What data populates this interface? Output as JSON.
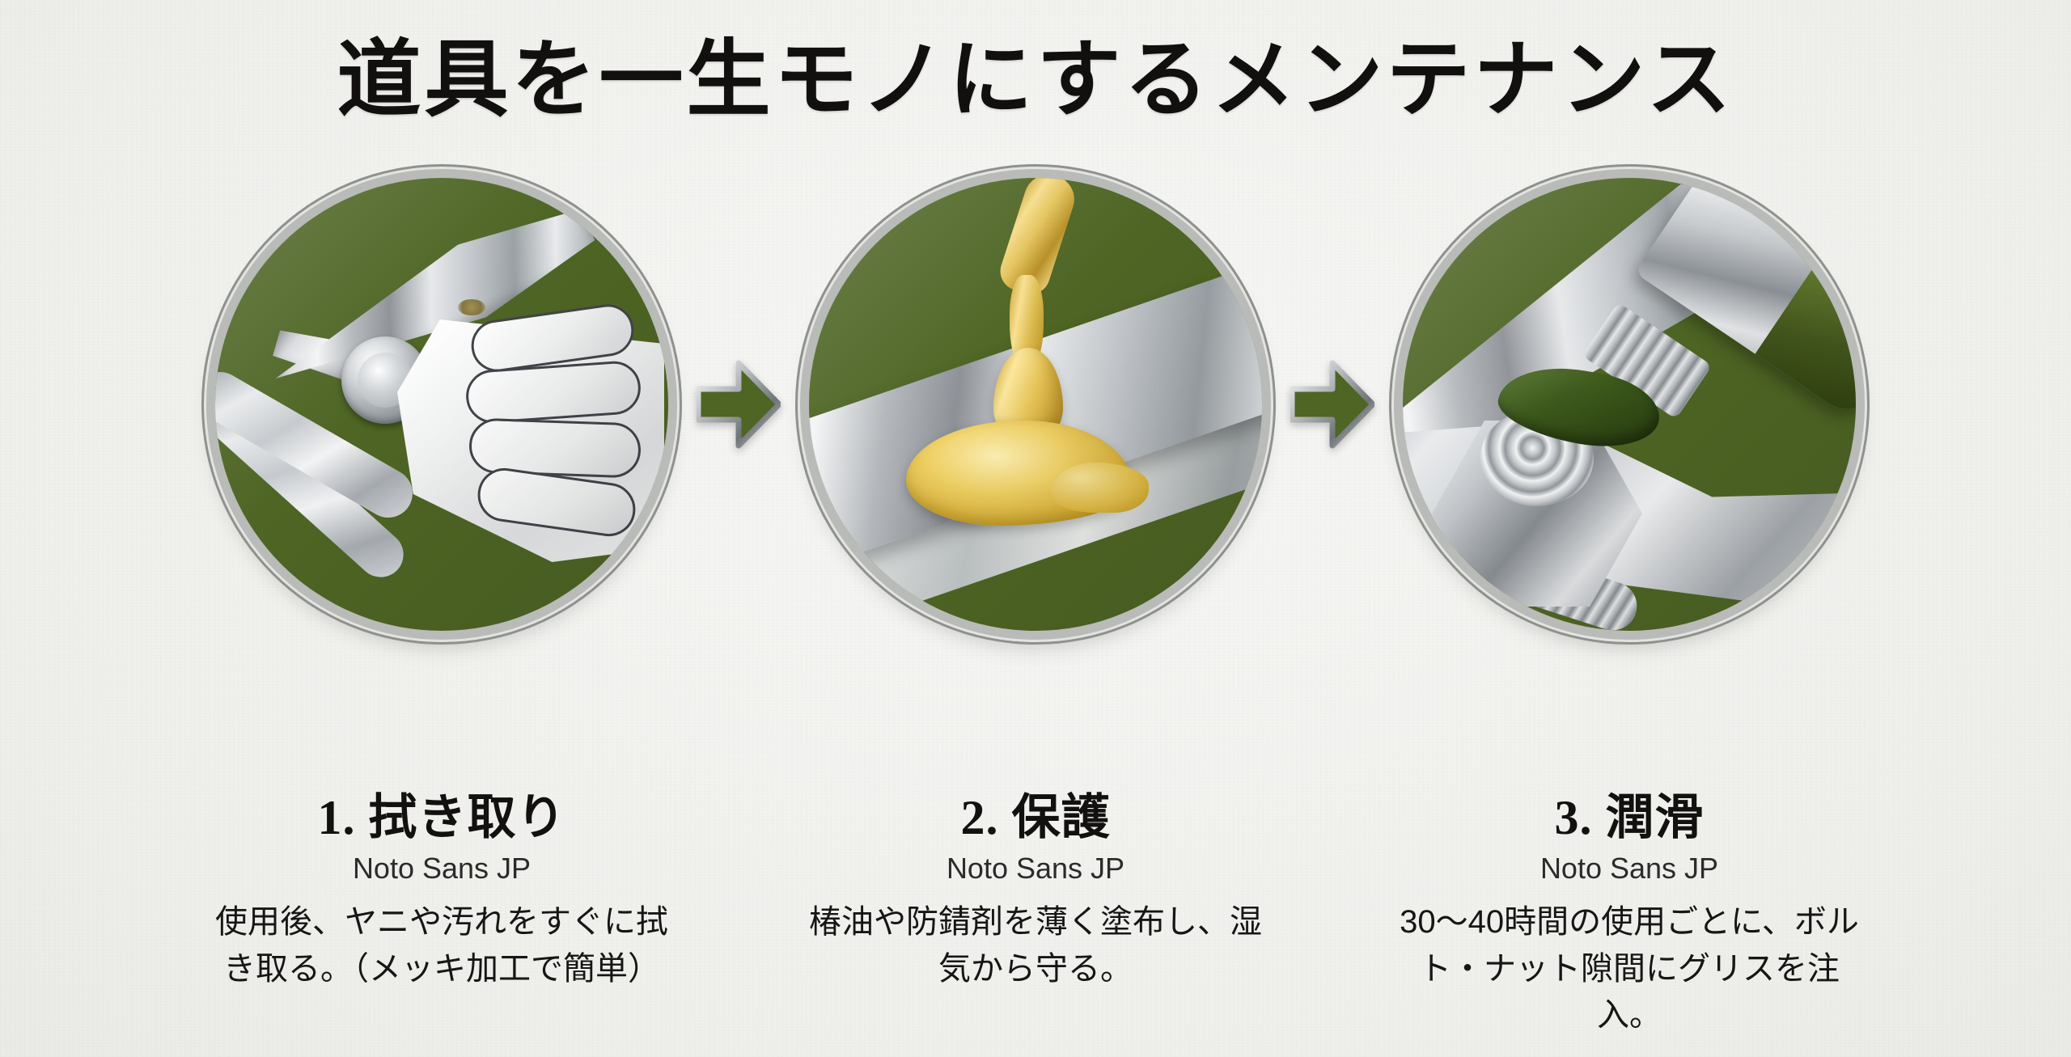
{
  "slide": {
    "title": "道具を一生モノにするメンテナンス",
    "background_color": "#f2f2f0",
    "accent_green": "#4e6524",
    "metal_silver": "#c6c9cc",
    "title_color": "#12100e"
  },
  "steps": [
    {
      "number": "1",
      "heading": "1. 拭き取り",
      "font_label": "Noto Sans JP",
      "description": "使用後、ヤニや汚れをすぐに拭き取る。（メッキ加工で簡単）",
      "illustration": "pruning-shears-wipe-with-cloth"
    },
    {
      "number": "2",
      "heading": "2. 保護",
      "font_label": "Noto Sans JP",
      "description": "椿油や防錆剤を薄く塗布し、湿気から守る。",
      "illustration": "oil-drop-on-blade"
    },
    {
      "number": "3",
      "heading": "3. 潤滑",
      "font_label": "Noto Sans JP",
      "description": "30〜40時間の使用ごとに、ボルト・ナット隙間にグリスを注入。",
      "illustration": "grease-tube-on-bolt-nut"
    }
  ],
  "arrows": [
    {
      "name": "arrow-step1-to-step2",
      "direction": "right",
      "fill": "#4e6524"
    },
    {
      "name": "arrow-step2-to-step3",
      "direction": "right",
      "fill": "#4e6524"
    }
  ]
}
